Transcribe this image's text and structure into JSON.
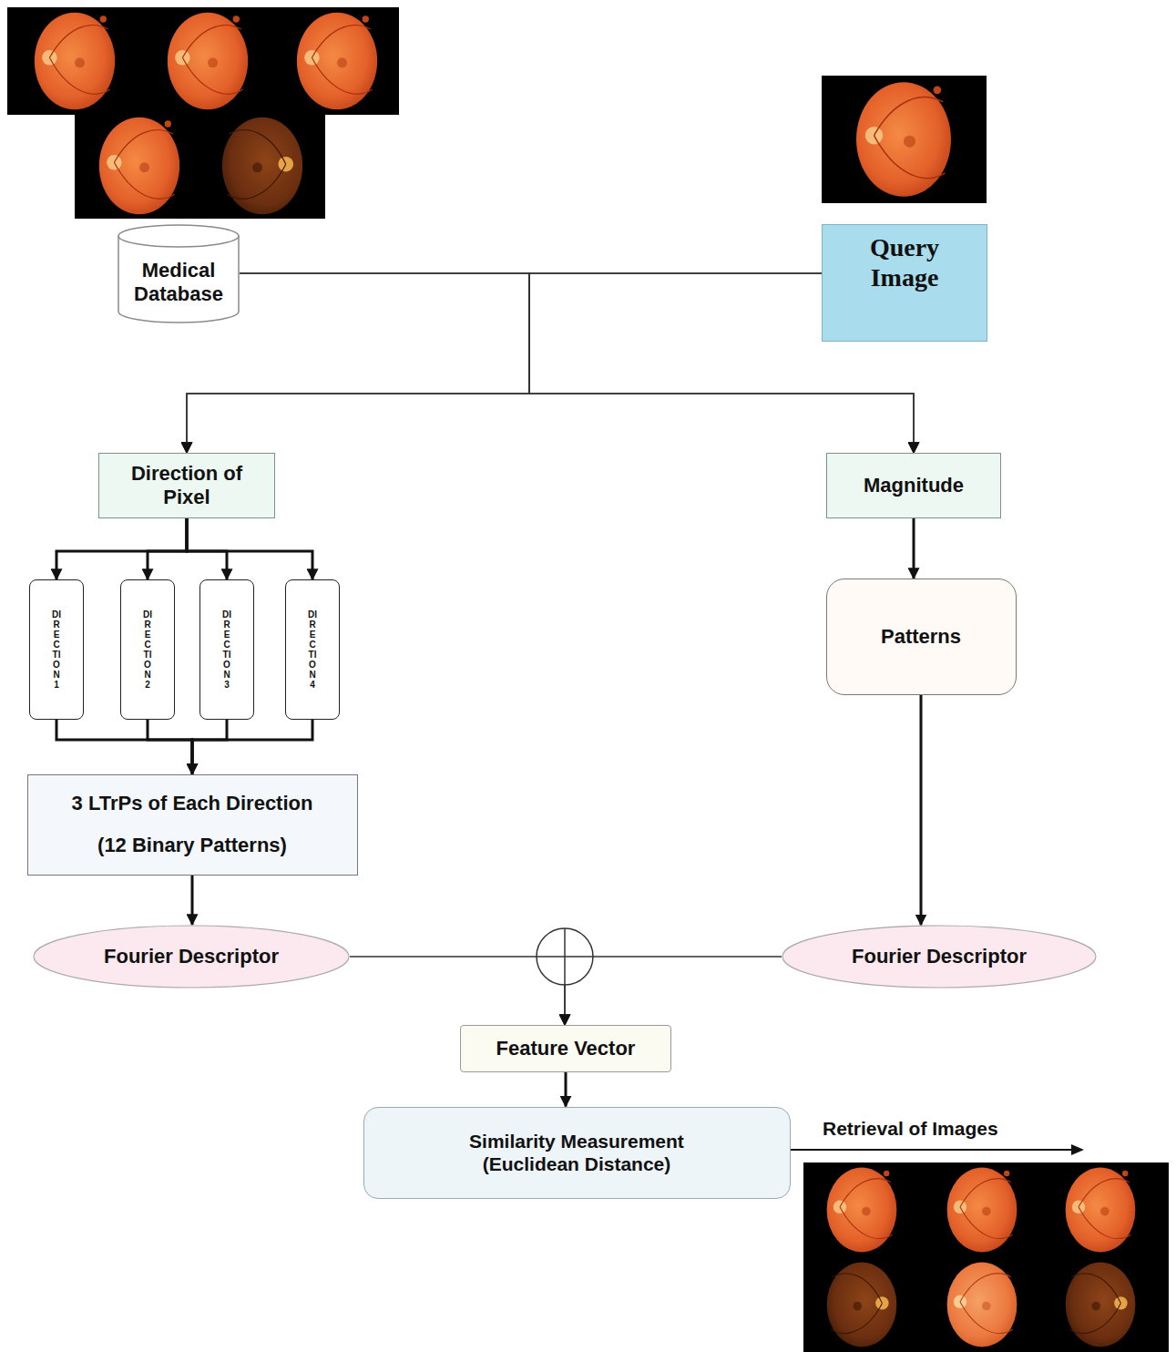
{
  "diagram": {
    "nodes": [
      {
        "text": [
          "Medical Database"
        ]
      },
      {
        "text": [
          "Query Image"
        ]
      },
      {
        "text": [
          "Direction of Pixel"
        ]
      },
      {
        "text": [
          "Magnitude"
        ]
      },
      {
        "text": [
          "DIRECTION 1"
        ]
      },
      {
        "text": [
          "DIRECTION 2"
        ]
      },
      {
        "text": [
          "DIRECTION 3"
        ]
      },
      {
        "text": [
          "DIRECTION 4"
        ]
      },
      {
        "text": [
          "Patterns"
        ]
      },
      {
        "text": [
          "3 LTrPs of Each Direction",
          "(12 Binary Patterns)"
        ]
      },
      {
        "text": [
          "Fourier Descriptor"
        ]
      },
      {
        "text": [
          "Fourier Descriptor"
        ]
      },
      {
        "text": [
          "Feature Vector"
        ]
      },
      {
        "text": [
          "Similarity Measurement (Euclidean Distance)"
        ]
      }
    ],
    "edges": [
      {
        "from": 0,
        "to": 2,
        "arrow": "to"
      },
      {
        "from": 0,
        "to": 3,
        "arrow": "to"
      },
      {
        "from": 1,
        "to": 2,
        "arrow": "to"
      },
      {
        "from": 1,
        "to": 3,
        "arrow": "to"
      },
      {
        "from": 2,
        "to": 4,
        "arrow": "to"
      },
      {
        "from": 2,
        "to": 5,
        "arrow": "to"
      },
      {
        "from": 2,
        "to": 6,
        "arrow": "to"
      },
      {
        "from": 2,
        "to": 7,
        "arrow": "to"
      },
      {
        "from": 4,
        "to": 9,
        "arrow": "to"
      },
      {
        "from": 5,
        "to": 9,
        "arrow": "to"
      },
      {
        "from": 6,
        "to": 9,
        "arrow": "to"
      },
      {
        "from": 7,
        "to": 9,
        "arrow": "to"
      },
      {
        "from": 3,
        "to": 8,
        "arrow": "to"
      },
      {
        "from": 8,
        "to": 11,
        "arrow": "to"
      },
      {
        "from": 9,
        "to": 10,
        "arrow": "to"
      },
      {
        "from": 10,
        "to": 12,
        "arrow": "to"
      },
      {
        "from": 11,
        "to": 12,
        "arrow": "to"
      },
      {
        "from": 12,
        "to": 13,
        "arrow": "to"
      }
    ],
    "labels": [
      "Retrieval of Images"
    ]
  }
}
